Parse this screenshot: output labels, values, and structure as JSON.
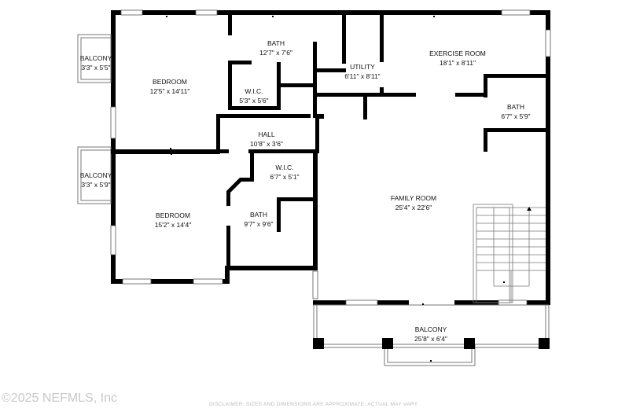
{
  "floorplan": {
    "rooms": [
      {
        "id": "balcony-nw",
        "name": "BALCONY",
        "dims": "3'3\" x 5'5\""
      },
      {
        "id": "bedroom-north",
        "name": "BEDROOM",
        "dims": "12'5\" x 14'11\""
      },
      {
        "id": "bath-north",
        "name": "BATH",
        "dims": "12'7\" x 7'6\""
      },
      {
        "id": "wic-north",
        "name": "W.I.C.",
        "dims": "5'3\" x 5'6\""
      },
      {
        "id": "utility",
        "name": "UTILITY",
        "dims": "6'11\" x 8'11\""
      },
      {
        "id": "exercise-room",
        "name": "EXERCISE ROOM",
        "dims": "18'1\" x 8'11\""
      },
      {
        "id": "bath-east",
        "name": "BATH",
        "dims": "6'7\" x 5'9\""
      },
      {
        "id": "hall",
        "name": "HALL",
        "dims": "10'8\" x 3'6\""
      },
      {
        "id": "balcony-sw",
        "name": "BALCONY",
        "dims": "3'3\" x 5'9\""
      },
      {
        "id": "wic-south",
        "name": "W.I.C.",
        "dims": "6'7\" x 5'1\""
      },
      {
        "id": "bedroom-south",
        "name": "BEDROOM",
        "dims": "15'2\" x 14'4\""
      },
      {
        "id": "bath-south",
        "name": "BATH",
        "dims": "9'7\" x 9'6\""
      },
      {
        "id": "family-room",
        "name": "FAMILY ROOM",
        "dims": "25'4\" x 22'6\""
      },
      {
        "id": "balcony-south",
        "name": "BALCONY",
        "dims": "25'8\" x 6'4\""
      }
    ]
  },
  "footer": {
    "copyright": "©2025 NEFMLS, Inc",
    "disclaimer": "DISCLAIMER: SIZES AND DIMENSIONS ARE APPROXIMATE. ACTUAL MAY VARY."
  }
}
